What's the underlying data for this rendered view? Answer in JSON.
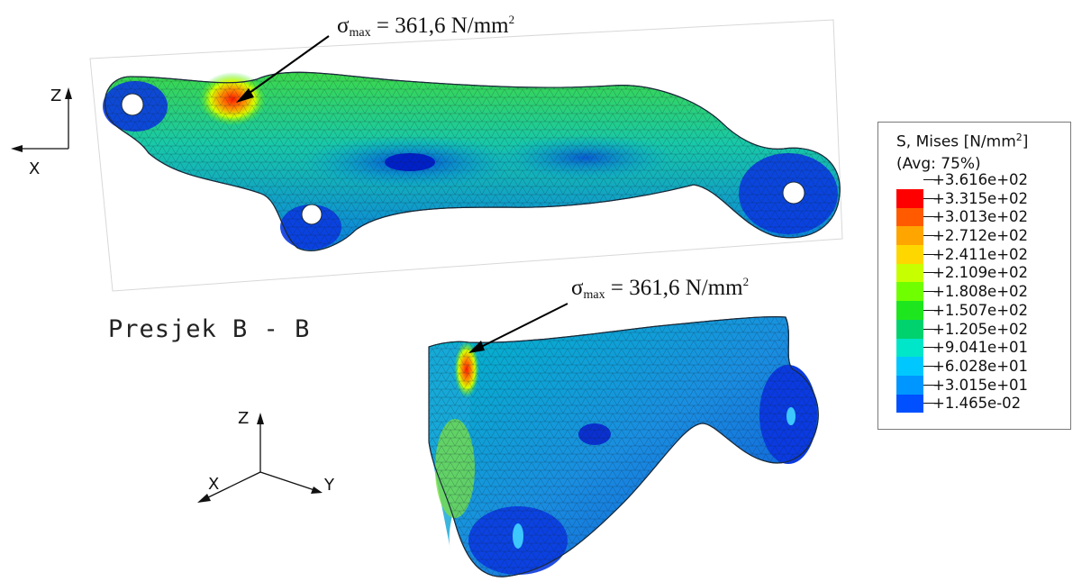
{
  "annotations": {
    "top": {
      "symbol": "σ",
      "subscript": "max",
      "rest": " = 361,6 N/mm",
      "superscript": "2"
    },
    "bottom": {
      "symbol": "σ",
      "subscript": "max",
      "rest": " = 361,6 N/mm",
      "superscript": "2"
    }
  },
  "section_label": "Presjek B - B",
  "axes_top": {
    "z": "Z",
    "x": "X"
  },
  "axes_bottom": {
    "z": "Z",
    "x": "X",
    "y": "Y"
  },
  "legend": {
    "title": "S, Mises  [N/mm",
    "title_sup": "2",
    "title_end": "]",
    "subtitle": "(Avg: 75%)",
    "values": [
      "+3.616e+02",
      "+3.315e+02",
      "+3.013e+02",
      "+2.712e+02",
      "+2.411e+02",
      "+2.109e+02",
      "+1.808e+02",
      "+1.507e+02",
      "+1.205e+02",
      "+9.041e+01",
      "+6.028e+01",
      "+3.015e+01",
      "+1.465e-02"
    ],
    "colors": [
      "#ff0000",
      "#ff5a00",
      "#ffa500",
      "#ffd700",
      "#c8ff00",
      "#6fff00",
      "#1ee61e",
      "#00d26e",
      "#00e6c8",
      "#00c8ff",
      "#0096ff",
      "#0050ff",
      "#0000e6"
    ]
  }
}
